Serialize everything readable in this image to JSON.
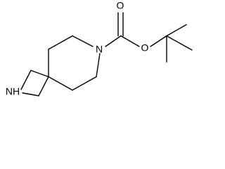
{
  "molecule": {
    "atom_labels": {
      "ring_nitrogen": "N",
      "carbonyl_oxygen": "O",
      "ester_oxygen": "O",
      "azetidine_nh": "NH"
    }
  }
}
